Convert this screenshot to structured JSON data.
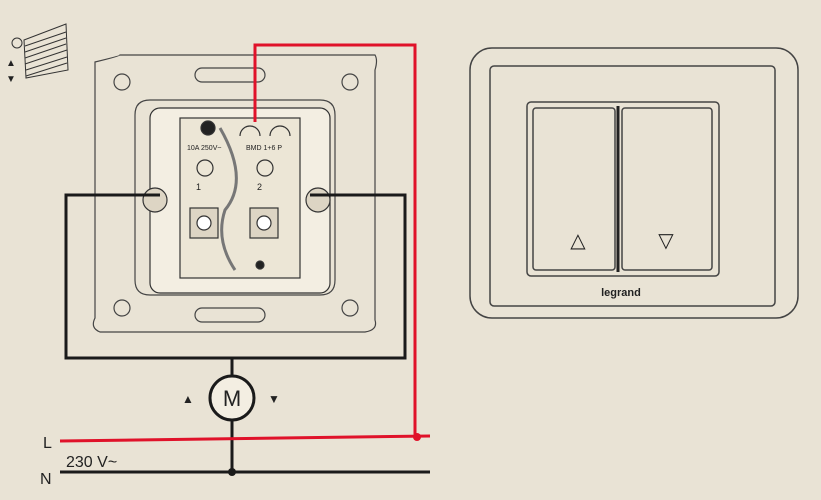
{
  "mechanism": {
    "rating_label": "10A 250V~",
    "model_label": "BMD 1+6 P",
    "terminal_1": "1",
    "terminal_2": "2"
  },
  "motor": {
    "label": "M",
    "up_symbol": "▲",
    "down_symbol": "▼"
  },
  "supply": {
    "line_label": "L",
    "neutral_label": "N",
    "voltage_label": "230 V~"
  },
  "switch_front": {
    "brand": "legrand",
    "up_symbol": "△",
    "down_symbol": "▽"
  },
  "shutter_icon": {
    "up_symbol": "▲",
    "down_symbol": "▼"
  },
  "colors": {
    "line_wire": "#e0122a",
    "neutral_wire": "#1a1a1a",
    "paper": "#e9e3d5"
  }
}
